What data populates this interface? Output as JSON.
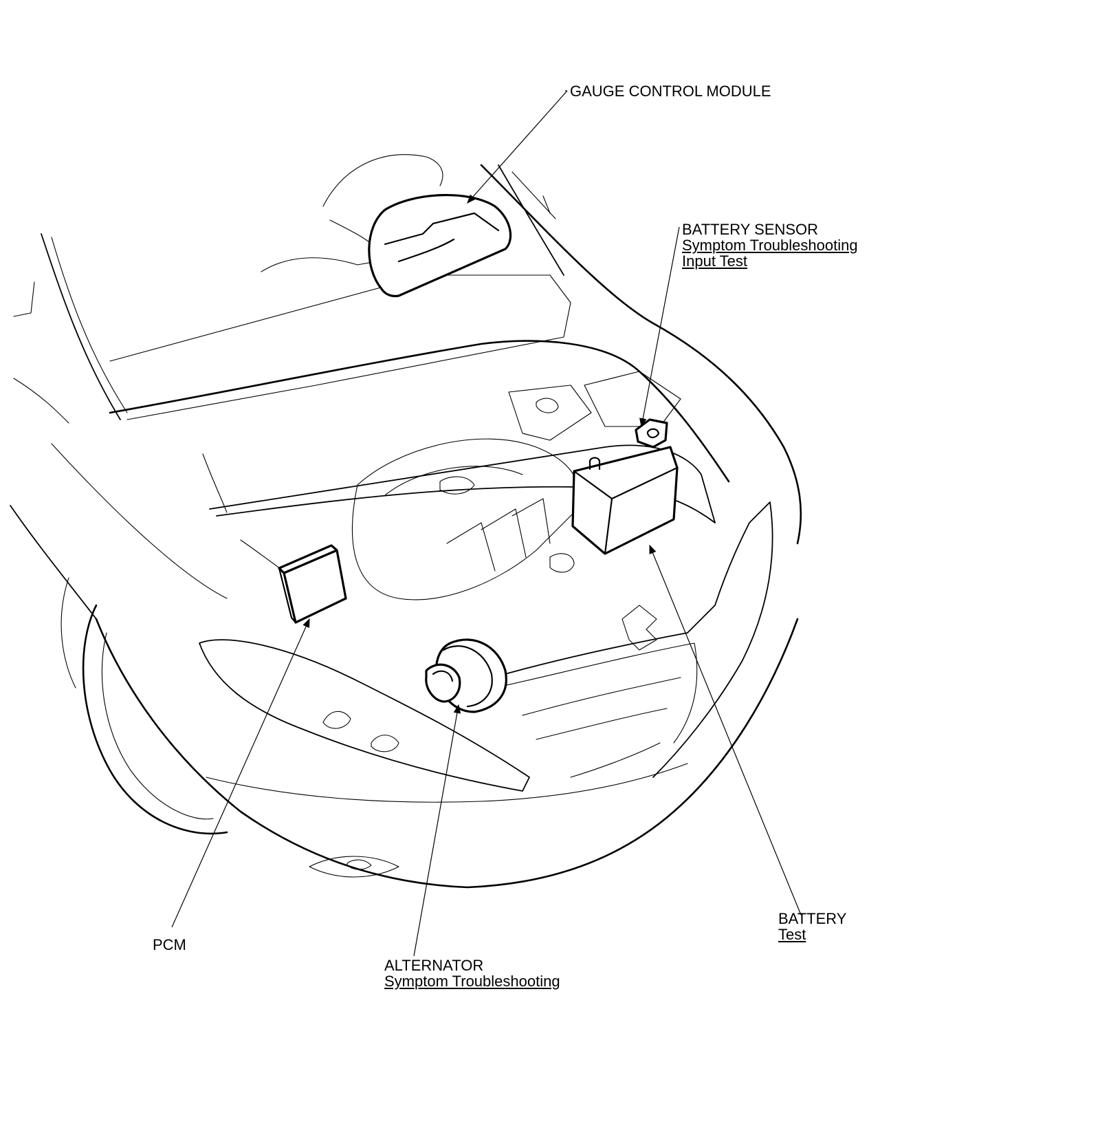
{
  "labels": {
    "gauge_control_module": {
      "name": "GAUGE CONTROL MODULE"
    },
    "battery_sensor": {
      "name": "BATTERY SENSOR",
      "links": [
        "Symptom Troubleshooting",
        "Input Test"
      ]
    },
    "battery": {
      "name": "BATTERY",
      "links": [
        "Test"
      ]
    },
    "alternator": {
      "name": "ALTERNATOR",
      "links": [
        "Symptom Troubleshooting"
      ]
    },
    "pcm": {
      "name": "PCM"
    }
  }
}
